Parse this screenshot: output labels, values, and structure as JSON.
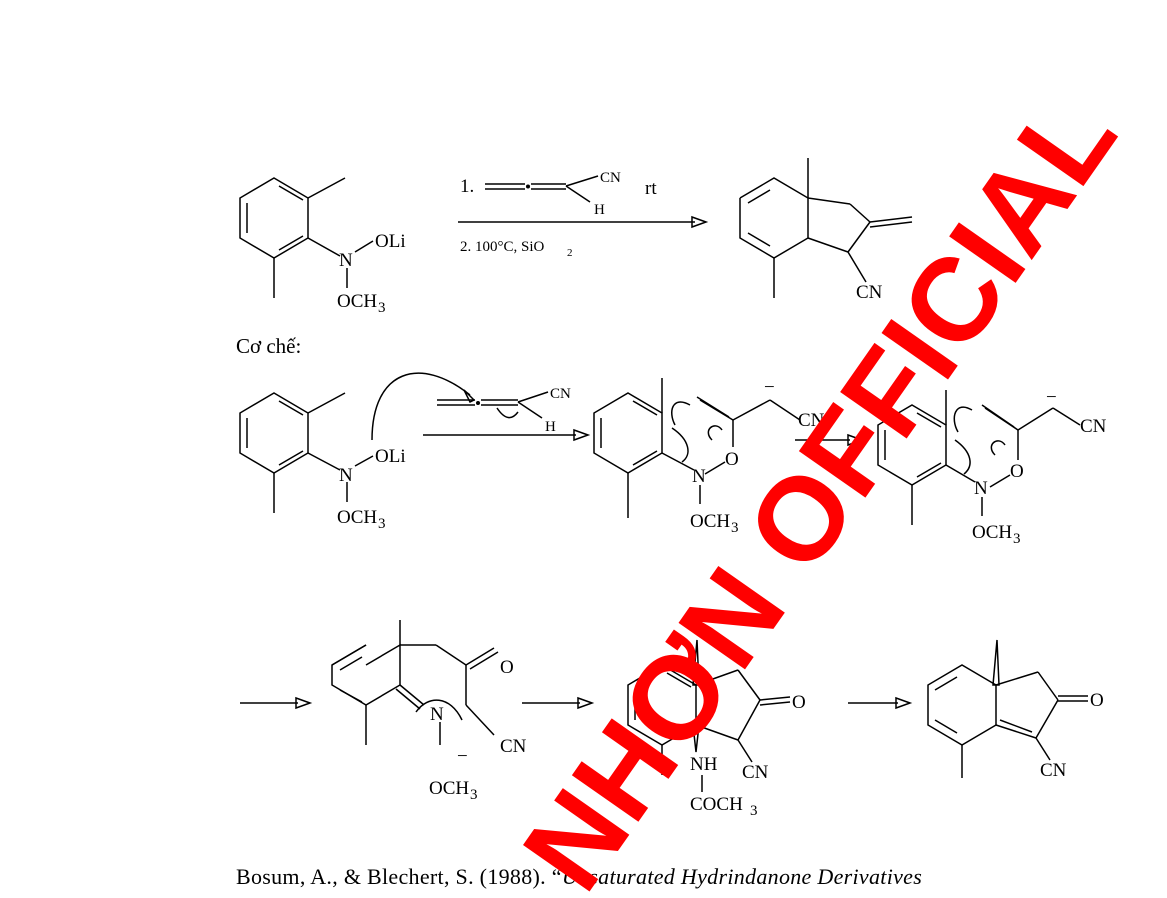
{
  "reaction": {
    "step1": "1.",
    "cn": "CN",
    "h": "H",
    "rt": "rt",
    "step2": "2. 100°C, SiO",
    "step2_sub": "2",
    "oli": "OLi",
    "n": "N",
    "och3": "OCH",
    "sub3": "3"
  },
  "mechanism": {
    "heading": "Cơ chế:",
    "o": "O",
    "n": "N",
    "cn": "CN",
    "h": "H",
    "minus": "−",
    "nh": "NH",
    "coch3": "COCH",
    "sub3": "3"
  },
  "citation": {
    "authors": "Bosum, A., & Blechert, S. (1988). “",
    "title_italic": "Unsaturated Hydrindanone Derivatives"
  },
  "watermark": {
    "line1": "NHƠN OFFICIAL"
  }
}
